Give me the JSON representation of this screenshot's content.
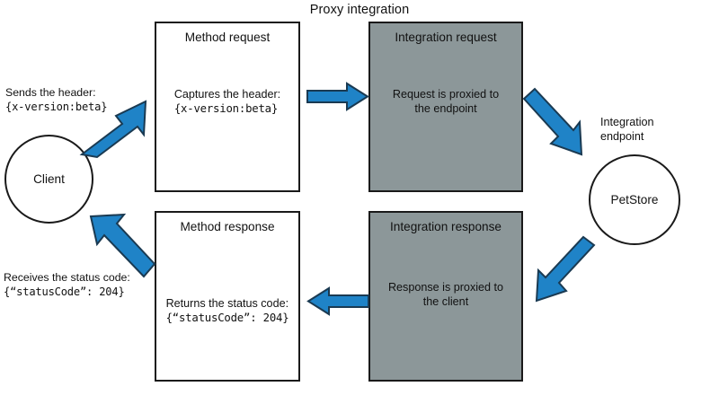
{
  "diagram": {
    "title": "Proxy integration",
    "accent_arrow_color": "#1f83c7",
    "arrow_border_color": "#1a3a52",
    "gray_box_fill": "#8c9799",
    "box_border_color": "#1a1a1a",
    "text_color": "#111111"
  },
  "nodes": {
    "client": {
      "label": "Client",
      "shape": "circle"
    },
    "endpoint": {
      "caption_line1": "Integration",
      "caption_line2": "endpoint",
      "label": "PetStore",
      "shape": "circle"
    },
    "method_request": {
      "title": "Method request",
      "body_line1": "Captures the header:",
      "body_line2": "{x-version:beta}",
      "fill": "white"
    },
    "integration_request": {
      "title": "Integration request",
      "body_line1": "Request is proxied to",
      "body_line2": "the endpoint",
      "fill": "gray"
    },
    "method_response": {
      "title": "Method response",
      "body_line1": "Returns the status code:",
      "body_line2": "{“statusCode”: 204}",
      "fill": "white"
    },
    "integration_response": {
      "title": "Integration response",
      "body_line1": "Response is proxied to",
      "body_line2": "the client",
      "fill": "gray"
    }
  },
  "annotations": {
    "request_note_line1": "Sends the header:",
    "request_note_line2": "{x-version:beta}",
    "response_note_line1": "Receives the status code:",
    "response_note_line2": "{“statusCode”: 204}"
  },
  "arrows": [
    {
      "name": "client-to-method-request",
      "direction": "up-right"
    },
    {
      "name": "method-request-to-integration-request",
      "direction": "right"
    },
    {
      "name": "integration-request-to-endpoint",
      "direction": "down-right"
    },
    {
      "name": "endpoint-to-integration-response",
      "direction": "down-left"
    },
    {
      "name": "integration-response-to-method-response",
      "direction": "left"
    },
    {
      "name": "method-response-to-client",
      "direction": "up-left"
    }
  ]
}
